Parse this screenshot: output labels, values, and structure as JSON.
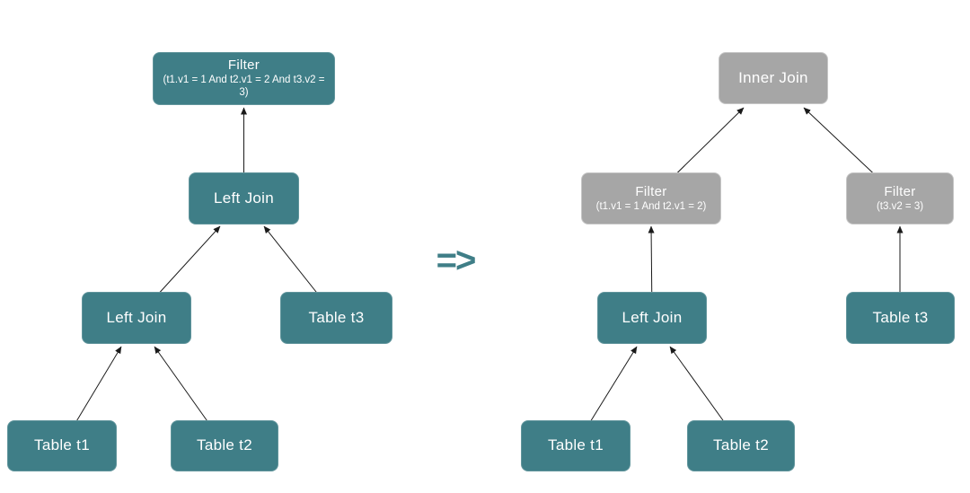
{
  "colors": {
    "background": "#ffffff",
    "node_teal": "#3f7e87",
    "node_gray": "#a6a6a6",
    "text": "#ffffff",
    "edge": "#1a1a1a",
    "transform_arrow": "#3f7e87"
  },
  "transform_label": "=>",
  "left_tree": {
    "filter": {
      "title": "Filter",
      "condition": "(t1.v1 = 1 And t2.v1 = 2 And t3.v2 = 3)"
    },
    "left_join_upper": {
      "title": "Left Join"
    },
    "left_join_lower": {
      "title": "Left Join"
    },
    "table_t3": {
      "title": "Table t3"
    },
    "table_t1": {
      "title": "Table t1"
    },
    "table_t2": {
      "title": "Table t2"
    }
  },
  "right_tree": {
    "inner_join": {
      "title": "Inner Join"
    },
    "filter_t1_t2": {
      "title": "Filter",
      "condition": "(t1.v1 = 1 And t2.v1 = 2)"
    },
    "filter_t3": {
      "title": "Filter",
      "condition": "(t3.v2 = 3)"
    },
    "left_join": {
      "title": "Left Join"
    },
    "table_t3": {
      "title": "Table t3"
    },
    "table_t1": {
      "title": "Table t1"
    },
    "table_t2": {
      "title": "Table t2"
    }
  }
}
